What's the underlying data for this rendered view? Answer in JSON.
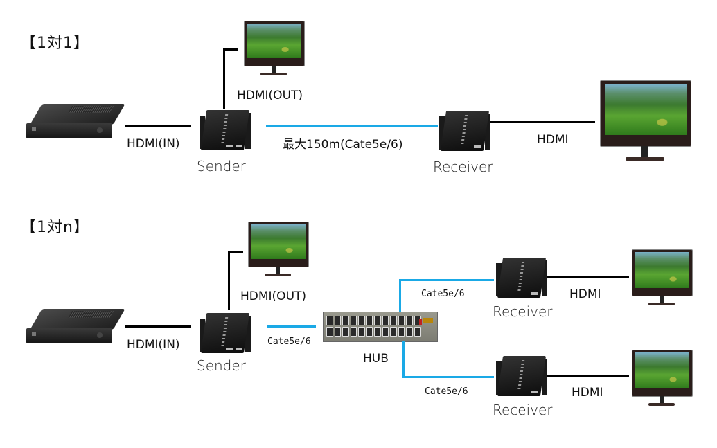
{
  "sections": [
    {
      "title": "【1対1】",
      "source_label": "HDMI(IN)",
      "sender_label": "Sender",
      "local_out_label": "HDMI(OUT)",
      "cable_label": "最大150m(Cate5e/6)",
      "receivers": [
        {
          "name": "Receiver",
          "output_label": "HDMI"
        }
      ]
    },
    {
      "title": "【1対n】",
      "source_label": "HDMI(IN)",
      "sender_label": "Sender",
      "local_out_label": "HDMI(OUT)",
      "cable_label": "Cate5e/6",
      "hub_label": "HUB",
      "receivers": [
        {
          "name": "Receiver",
          "output_label": "HDMI",
          "cable_label": "Cate5e/6"
        },
        {
          "name": "Receiver",
          "output_label": "HDMI",
          "cable_label": "Cate5e/6"
        }
      ]
    }
  ],
  "colors": {
    "hdmi_wire": "#000000",
    "network_wire": "#1aa9e6"
  }
}
